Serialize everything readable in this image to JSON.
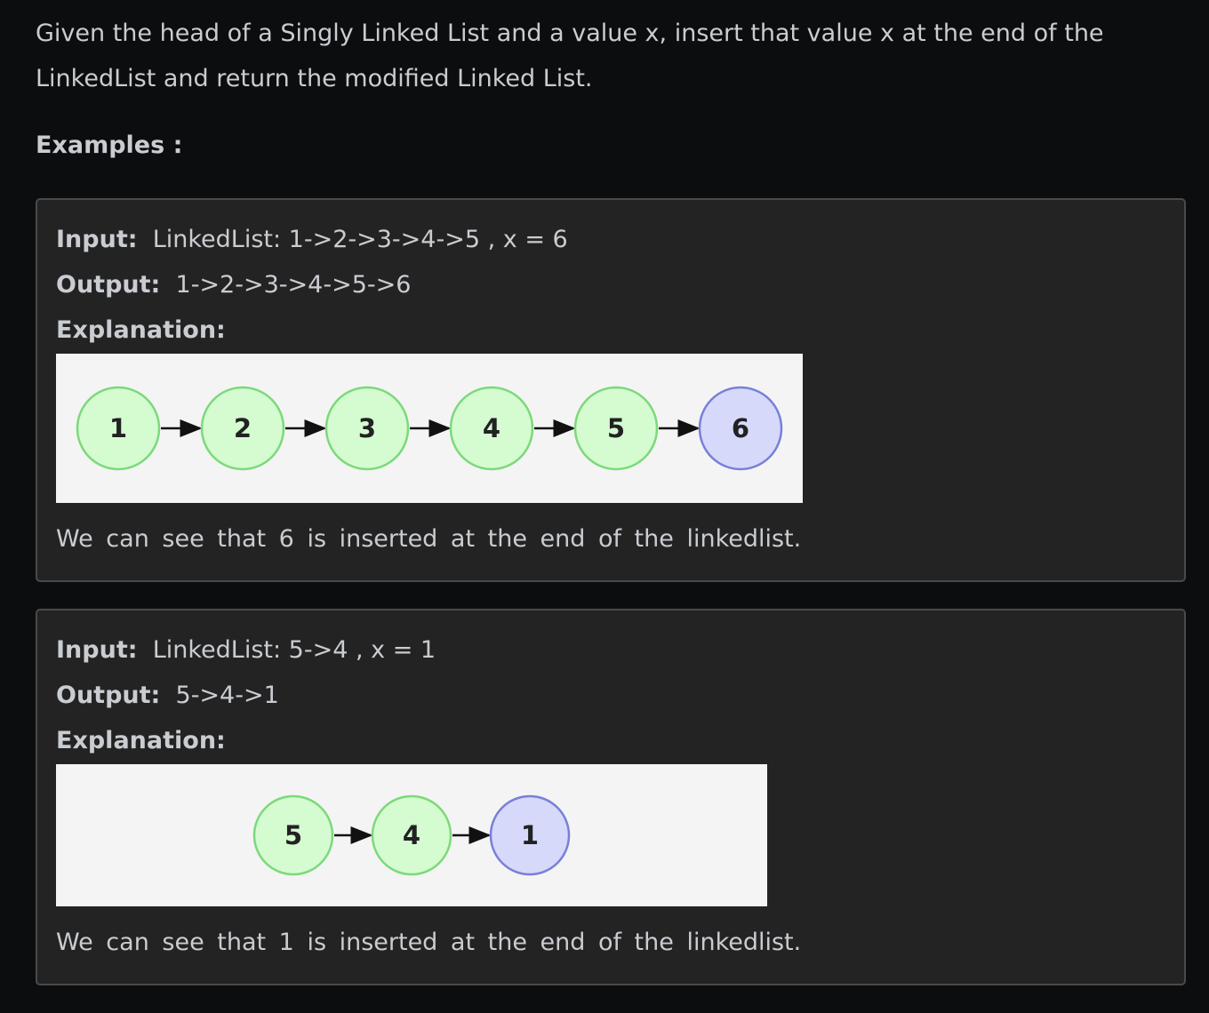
{
  "statement": "Given the head of a Singly Linked List and a value x, insert that value x at the end of the LinkedList and return the modified Linked List.",
  "examples_heading": "Examples :",
  "colors": {
    "node_fill": "#d5fbd1",
    "node_stroke": "#7cd97a",
    "new_node_fill": "#d6d9f9",
    "new_node_stroke": "#7880d8",
    "figure_bg": "#f4f4f4",
    "box_bg": "#232323",
    "page_bg": "#0b0d0f"
  },
  "examples": [
    {
      "input_label": "Input:",
      "input_text": "LinkedList: 1->2->3->4->5 , x = 6",
      "output_label": "Output:",
      "output_text": "1->2->3->4->5->6",
      "explanation_label": "Explanation:",
      "figure_nodes": [
        {
          "label": "1",
          "new": false
        },
        {
          "label": "2",
          "new": false
        },
        {
          "label": "3",
          "new": false
        },
        {
          "label": "4",
          "new": false
        },
        {
          "label": "5",
          "new": false
        },
        {
          "label": "6",
          "new": true
        }
      ],
      "note": "We can see that 6 is inserted at the end of the linkedlist."
    },
    {
      "input_label": "Input:",
      "input_text": "LinkedList: 5->4 , x = 1",
      "output_label": "Output:",
      "output_text": "5->4->1",
      "explanation_label": "Explanation:",
      "figure_nodes": [
        {
          "label": "5",
          "new": false
        },
        {
          "label": "4",
          "new": false
        },
        {
          "label": "1",
          "new": true
        }
      ],
      "note": "We can see that 1 is inserted at the end of the linkedlist."
    }
  ]
}
